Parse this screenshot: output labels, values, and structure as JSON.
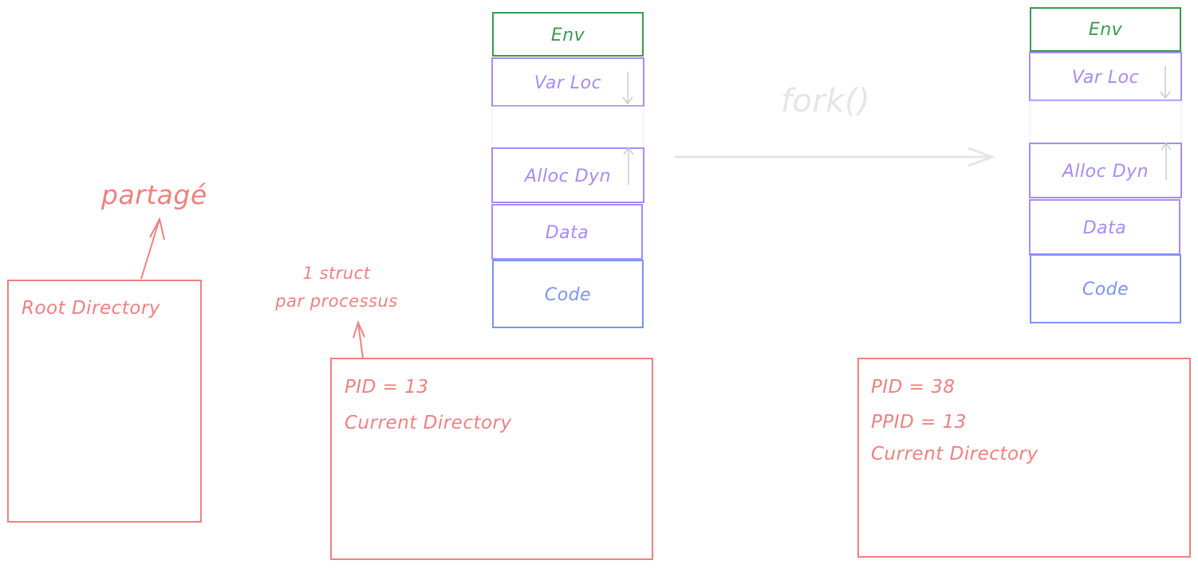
{
  "colors": {
    "red": "#f08080",
    "purple": "#a78bfa",
    "blue": "#7c93f5",
    "green": "#3a9a4e",
    "ghost": "#e5e5e5"
  },
  "left": {
    "root_box_label": "Root Directory",
    "shared_note": "partagé"
  },
  "parent": {
    "memory": {
      "env": "Env",
      "var_loc": "Var Loc",
      "alloc_dyn": "Alloc Dyn",
      "data": "Data",
      "code": "Code"
    },
    "struct_note_line1": "1 struct",
    "struct_note_line2": "par processus",
    "pid": "PID = 13",
    "current_dir": "Current Directory"
  },
  "fork_label": "fork()",
  "child": {
    "memory": {
      "env": "Env",
      "var_loc": "Var Loc",
      "alloc_dyn": "Alloc Dyn",
      "data": "Data",
      "code": "Code"
    },
    "pid": "PID = 38",
    "ppid": "PPID = 13",
    "current_dir": "Current Directory"
  }
}
